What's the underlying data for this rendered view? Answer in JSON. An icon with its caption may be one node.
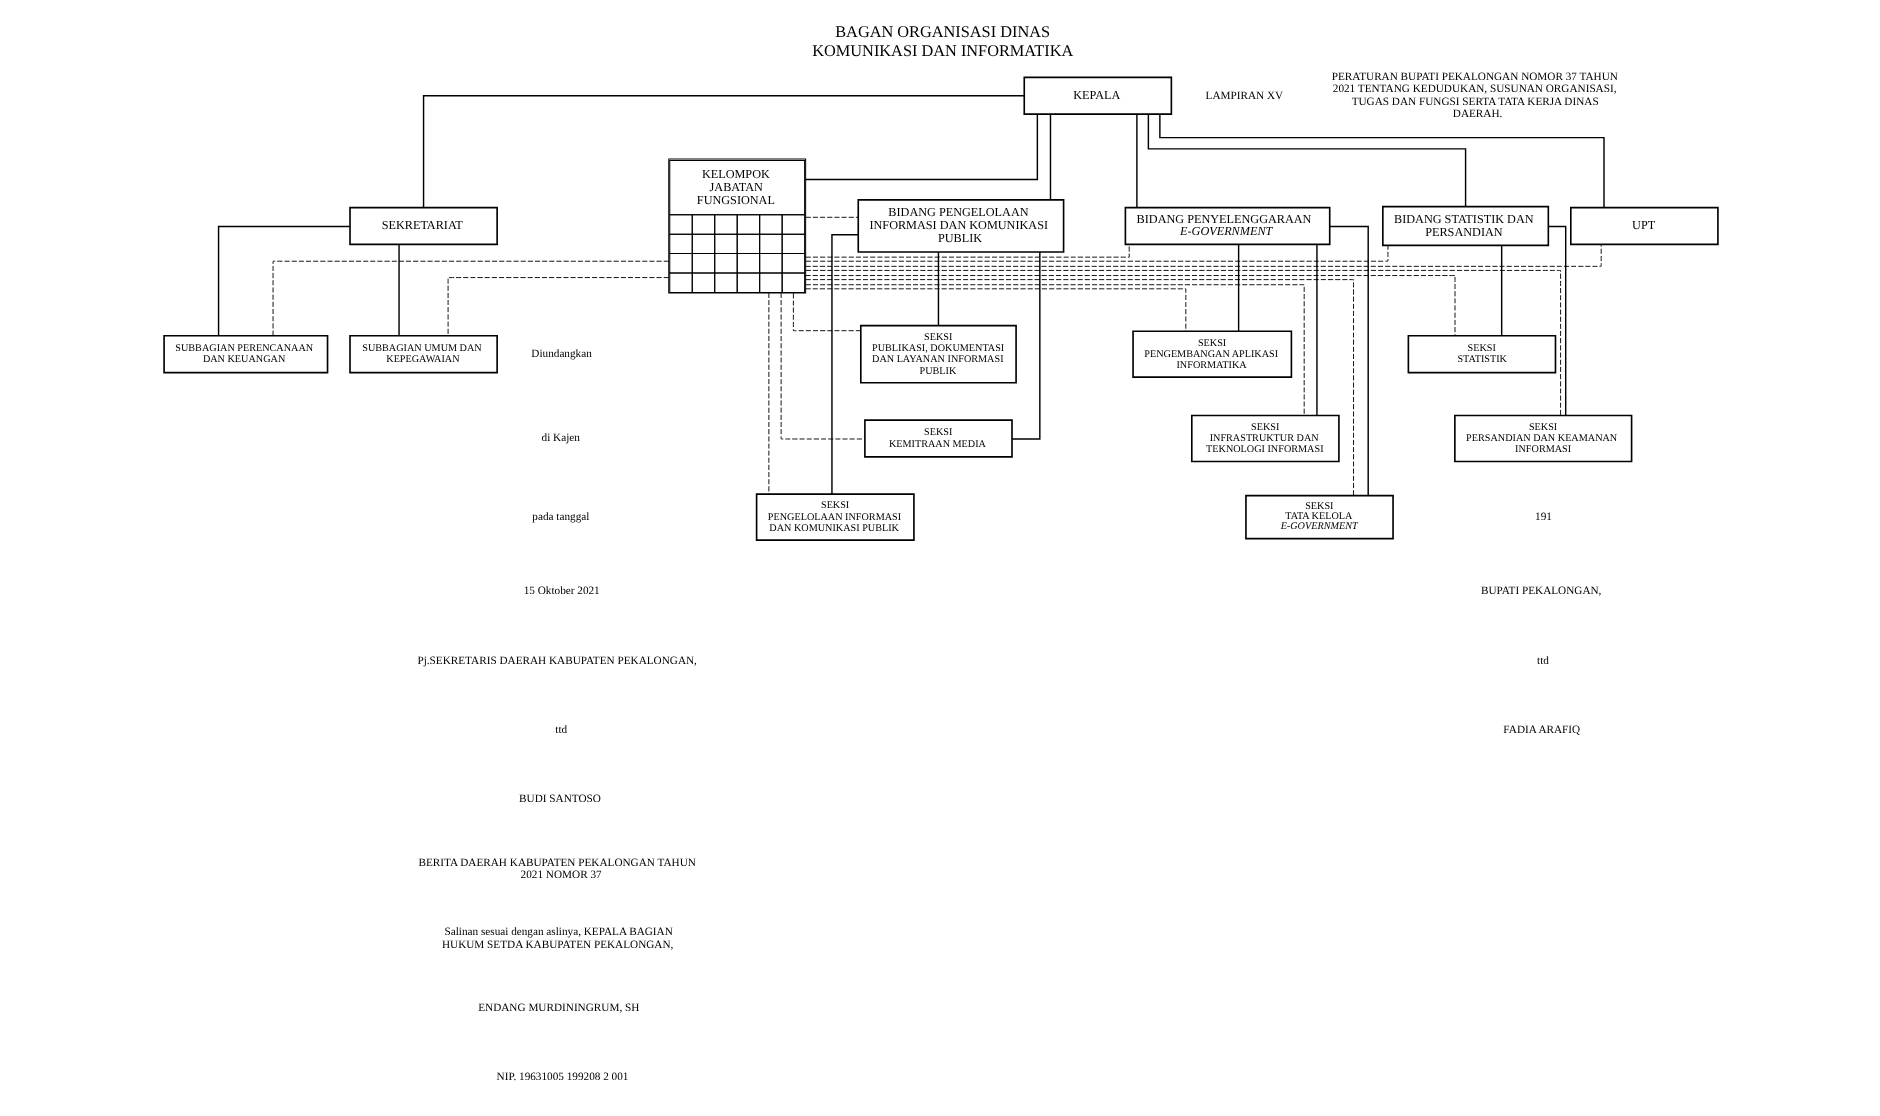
{
  "diagram": {
    "title": "BAGAN ORGANISASI DINAS KOMUNIKASI DAN INFORMATIKA",
    "nodes": [
      {
        "text": [
          "KEPALA"
        ]
      },
      {
        "text": [
          "SEKRETARIAT"
        ]
      },
      {
        "text": [
          "SUBBAGIAN PERENCANAAN DAN KEUANGAN"
        ]
      },
      {
        "text": [
          "SUBBAGIAN UMUM DAN KEPEGAWAIAN"
        ]
      },
      {
        "text": [
          "KELOMPOK JABATAN FUNGSIONAL"
        ]
      },
      {
        "text": [
          "BIDANG PENGELOLAAN INFORMASI DAN KOMUNIKASI PUBLIK"
        ]
      },
      {
        "text": [
          "BIDANG PENYELENGGARAAN *E-GOVERNMENT*"
        ]
      },
      {
        "text": [
          "BIDANG STATISTIK DAN PERSANDIAN"
        ]
      },
      {
        "text": [
          "SEKSI",
          "PUBLIKASI, DOKUMENTASI DAN LAYANAN INFORMASI PUBLIK"
        ]
      },
      {
        "text": [
          "SEKSI",
          "KEMITRAAN MEDIA"
        ]
      },
      {
        "text": [
          "SEKSI",
          "PENGELOLAAN INFORMASI DAN KOMUNIKASI PUBLIK"
        ]
      },
      {
        "text": [
          "SEKSI",
          "PENGEMBANGAN APLIKASI INFORMATIKA"
        ]
      },
      {
        "text": [
          "SEKSI",
          "INFRASTRUKTUR DAN TEKNOLOGI INFORMASI"
        ]
      },
      {
        "text": [
          "SEKSI",
          "TATA KELOLA *E-GOVERNMENT*"
        ]
      },
      {
        "text": [
          "SEKSI",
          "STATISTIK"
        ]
      },
      {
        "text": [
          "SEKSI",
          "PERSANDIAN DAN KEAMANAN INFORMASI"
        ]
      },
      {
        "text": [
          "UPT"
        ]
      }
    ],
    "edges": [
      {
        "from": 0,
        "to": 1,
        "arrow": "none"
      },
      {
        "from": 1,
        "to": 2,
        "arrow": "none"
      },
      {
        "from": 1,
        "to": 3,
        "arrow": "none"
      },
      {
        "from": 0,
        "to": 4,
        "arrow": "none"
      },
      {
        "from": 0,
        "to": 5,
        "arrow": "none"
      },
      {
        "from": 0,
        "to": 6,
        "arrow": "none"
      },
      {
        "from": 0,
        "to": 7,
        "arrow": "none"
      },
      {
        "from": 5,
        "to": 8,
        "arrow": "none"
      },
      {
        "from": 5,
        "to": 9,
        "arrow": "none"
      },
      {
        "from": 5,
        "to": 10,
        "arrow": "none"
      },
      {
        "from": 6,
        "to": 11,
        "arrow": "none"
      },
      {
        "from": 6,
        "to": 12,
        "arrow": "none"
      },
      {
        "from": 6,
        "to": 13,
        "arrow": "none"
      },
      {
        "from": 7,
        "to": 14,
        "arrow": "none"
      },
      {
        "from": 7,
        "to": 15,
        "arrow": "none"
      },
      {
        "from": 0,
        "to": 16,
        "arrow": "none"
      },
      {
        "from": 4,
        "to": 2,
        "arrow": "none",
        "style": "dashed"
      },
      {
        "from": 4,
        "to": 3,
        "arrow": "none",
        "style": "dashed"
      },
      {
        "from": 4,
        "to": 5,
        "arrow": "none",
        "style": "dashed"
      },
      {
        "from": 4,
        "to": 6,
        "arrow": "none",
        "style": "dashed"
      },
      {
        "from": 4,
        "to": 7,
        "arrow": "none",
        "style": "dashed"
      },
      {
        "from": 4,
        "to": 8,
        "arrow": "none",
        "style": "dashed"
      },
      {
        "from": 4,
        "to": 9,
        "arrow": "none",
        "style": "dashed"
      },
      {
        "from": 4,
        "to": 10,
        "arrow": "none",
        "style": "dashed"
      },
      {
        "from": 4,
        "to": 11,
        "arrow": "none",
        "style": "dashed"
      },
      {
        "from": 4,
        "to": 12,
        "arrow": "none",
        "style": "dashed"
      },
      {
        "from": 4,
        "to": 13,
        "arrow": "none",
        "style": "dashed"
      },
      {
        "from": 4,
        "to": 14,
        "arrow": "none",
        "style": "dashed"
      },
      {
        "from": 4,
        "to": 15,
        "arrow": "none",
        "style": "dashed"
      },
      {
        "from": 4,
        "to": 16,
        "arrow": "none",
        "style": "dashed"
      }
    ],
    "labels": [
      "LAMPIRAN XV",
      "PERATURAN BUPATI PEKALONGAN NOMOR 37 TAHUN 2021 TENTANG KEDUDUKAN, SUSUNAN ORGANISASI, TUGAS DAN FUNGSI SERTA TATA KERJA DINAS DAERAH.",
      "Diundangkan",
      "di Kajen",
      "pada tanggal",
      "15 Oktober 2021",
      "Pj.SEKRETARIS DAERAH KABUPATEN PEKALONGAN,",
      "ttd",
      "BUDI SANTOSO",
      "BERITA DAERAH KABUPATEN PEKALONGAN TAHUN 2021 NOMOR 37",
      "Salinan sesuai dengan aslinya, KEPALA BAGIAN HUKUM SETDA KABUPATEN PEKALONGAN,",
      "ENDANG MURDININGRUM, SH",
      "NIP. 19631005 199208 2 001",
      "191",
      "BUPATI PEKALONGAN,",
      "ttd",
      "FADIA ARAFIQ"
    ]
  }
}
